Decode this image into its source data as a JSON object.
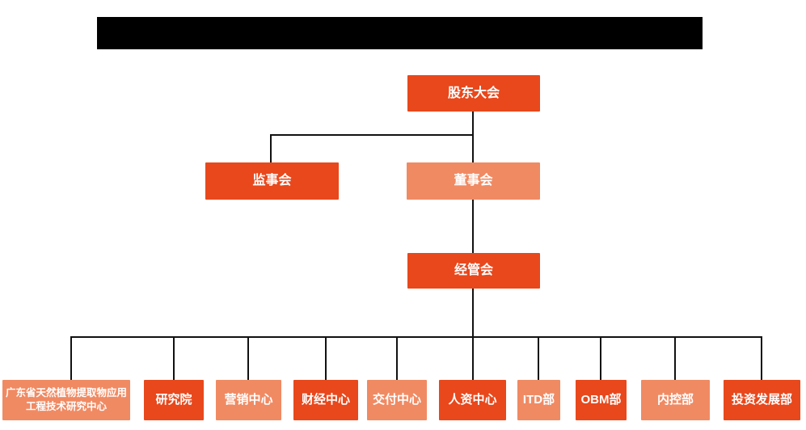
{
  "colors": {
    "node-primary": "#e8481c",
    "node-light": "#f08a63",
    "node-text": "#ffffff",
    "connector": "#111111",
    "redaction": "#000000",
    "background": "#ffffff"
  },
  "org_chart": {
    "root": {
      "label": "股东大会"
    },
    "level2": [
      {
        "label": "监事会"
      },
      {
        "label": "董事会"
      }
    ],
    "level3": {
      "label": "经管会"
    },
    "departments": [
      {
        "label": "广东省天然植物提取物应用工程技术研究中心"
      },
      {
        "label": "研究院"
      },
      {
        "label": "营销中心"
      },
      {
        "label": "财经中心"
      },
      {
        "label": "交付中心"
      },
      {
        "label": "人资中心"
      },
      {
        "label": "ITD部"
      },
      {
        "label": "OBM部"
      },
      {
        "label": "内控部"
      },
      {
        "label": "投资发展部"
      }
    ]
  }
}
